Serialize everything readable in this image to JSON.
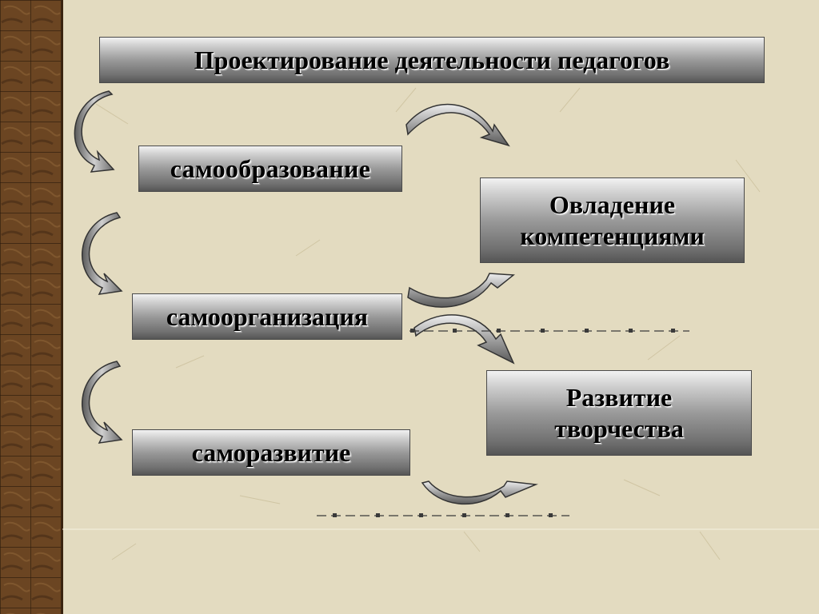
{
  "title": "Проектирование деятельности  педагогов",
  "left_boxes": [
    {
      "label": "самообразование"
    },
    {
      "label": "самоорганизация"
    },
    {
      "label": "саморазвитие"
    }
  ],
  "right_boxes": [
    {
      "label": "Овладение\nкомпетенциями"
    },
    {
      "label": "Развитие\nтворчества"
    }
  ],
  "colors": {
    "background": "#e3dbc0",
    "border_strip": "#5a3a1e",
    "box_gradient_light": "#f2f2f2",
    "box_gradient_dark": "#555555",
    "arrow_fill": "#9a9a9a"
  }
}
